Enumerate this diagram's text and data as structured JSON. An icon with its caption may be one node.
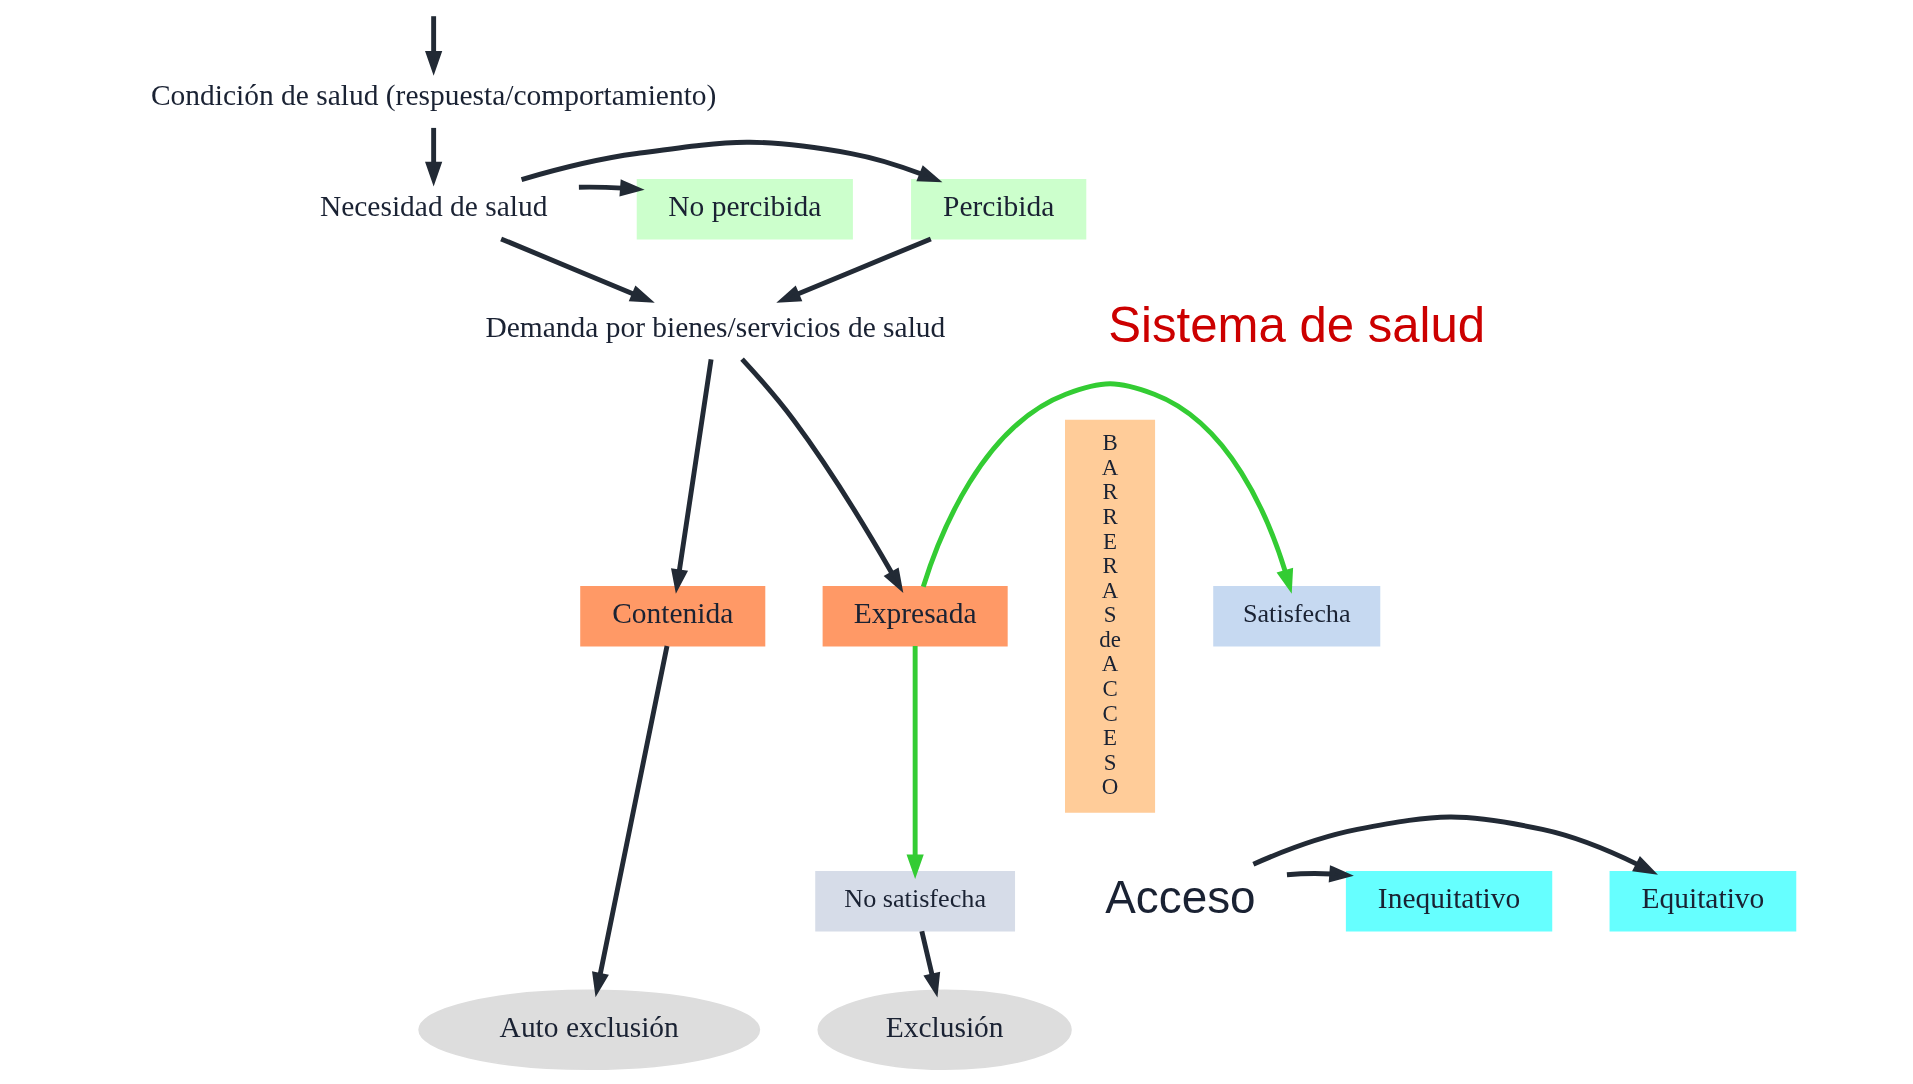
{
  "diagram": {
    "nodes": [
      {
        "text": [
          "Condición de salud (respuesta/comportamiento)"
        ]
      },
      {
        "text": [
          "Necesidad de salud"
        ]
      },
      {
        "text": [
          "No percibida"
        ]
      },
      {
        "text": [
          "Percibida"
        ]
      },
      {
        "text": [
          "Demanda por bienes/servicios de salud"
        ]
      },
      {
        "text": [
          "Contenida"
        ]
      },
      {
        "text": [
          "Expresada"
        ]
      },
      {
        "text": [
          "No satisfecha"
        ]
      },
      {
        "text": [
          "Auto exclusión"
        ]
      },
      {
        "text": [
          "Exclusión"
        ]
      },
      {
        "text": [
          "B A R R E R A S de A C C E S O"
        ]
      },
      {
        "text": [
          "Satisfecha"
        ]
      },
      {
        "text": [
          "Acceso"
        ]
      },
      {
        "text": [
          "Inequitativo"
        ]
      },
      {
        "text": [
          "Equitativo"
        ]
      }
    ],
    "edges": [
      {
        "from": null,
        "to": 0,
        "arrow": "to"
      },
      {
        "from": 0,
        "to": 1,
        "arrow": "to"
      },
      {
        "from": 1,
        "to": 2,
        "arrow": "to"
      },
      {
        "from": 1,
        "to": 3,
        "arrow": "to"
      },
      {
        "from": 1,
        "to": 4,
        "arrow": "to"
      },
      {
        "from": 3,
        "to": 4,
        "arrow": "to"
      },
      {
        "from": 4,
        "to": 5,
        "arrow": "to"
      },
      {
        "from": 4,
        "to": 6,
        "arrow": "to"
      },
      {
        "from": 5,
        "to": 8,
        "arrow": "to"
      },
      {
        "from": 6,
        "to": 7,
        "arrow": "to",
        "color": "#33cc33"
      },
      {
        "from": 7,
        "to": 9,
        "arrow": "to"
      },
      {
        "from": 6,
        "to": 11,
        "arrow": "to",
        "color": "#33cc33"
      },
      {
        "from": 12,
        "to": 13,
        "arrow": "to"
      },
      {
        "from": 12,
        "to": 14,
        "arrow": "to"
      }
    ],
    "labels": [
      "Sistema de salud"
    ]
  }
}
